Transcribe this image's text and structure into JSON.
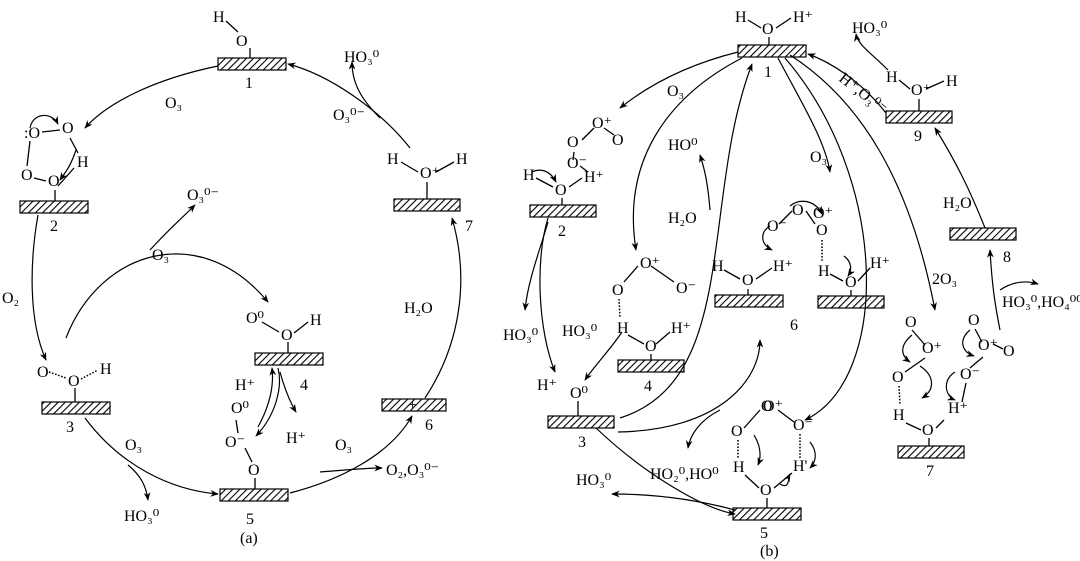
{
  "species": {
    "O": "O",
    "H": "H",
    "H_plus": "H⁺",
    "O_plus": "O⁺",
    "O_radical": "O⁰",
    "O_minus": "O⁻",
    "O_colon": ":O",
    "H_comma": "H'",
    "H_apos_plus": "H⁺",
    "O3": "O₃",
    "two_O3": "2O₃",
    "O2": "O₂",
    "H2O": "H₂O",
    "HO3_0": "HO₃⁰",
    "HO_0": "HO⁰",
    "O3_0minus": "O₃⁰⁻",
    "O2_O3_0minus": "O₂,O₃⁰⁻",
    "HO2_0_HO_0": "HO₂⁰,HO⁰",
    "HO3_0_HO4_00": "HO₃⁰,HO₄⁰⁰",
    "H_plus_O3_0minus": "H⁺,O₃⁰⁻",
    "plus_sign": "+"
  },
  "panel_a": {
    "caption": "(a)",
    "site_labels": [
      "1",
      "2",
      "3",
      "4",
      "5",
      "6",
      "7"
    ]
  },
  "panel_b": {
    "caption": "(b)",
    "site_labels": [
      "1",
      "2",
      "3",
      "4",
      "5",
      "6",
      "7",
      "8",
      "9"
    ]
  }
}
